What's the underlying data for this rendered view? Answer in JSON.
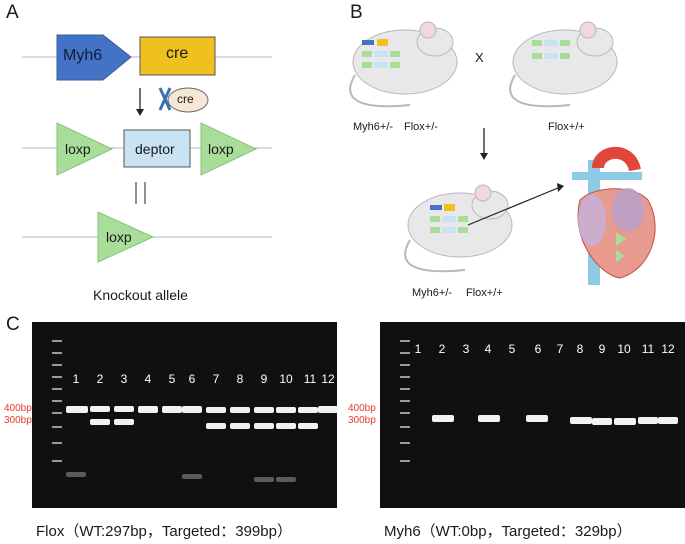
{
  "panels": {
    "a": "A",
    "b": "B",
    "c": "C"
  },
  "panel_a": {
    "myh6": "Myh6",
    "cre": "cre",
    "cre_enzyme": "cre",
    "loxp_left": "loxp",
    "deptor": "deptor",
    "loxp_right": "loxp",
    "loxp_bottom": "loxp",
    "equals": "||",
    "caption": "Knockout allele"
  },
  "panel_b": {
    "cross": "X",
    "parent1_genotype1": "Myh6+/-",
    "parent1_genotype2": "Flox+/-",
    "parent2_genotype": "Flox+/+",
    "offspring_genotype1": "Myh6+/-",
    "offspring_genotype2": "Flox+/+",
    "mini_cre": "cre",
    "mini_deptor": "deptor",
    "mini_loxp": "loxp"
  },
  "panel_c": {
    "marker_400": "400bp",
    "marker_300": "300bp",
    "gel_left_caption": "Flox（WT:297bp，Targeted：399bp）",
    "gel_right_caption": "Myh6（WT:0bp，Targeted：329bp）",
    "lanes": [
      "1",
      "2",
      "3",
      "4",
      "5",
      "6",
      "7",
      "8",
      "9",
      "10",
      "11",
      "12"
    ],
    "flox_bands": {
      "upper_399bp": [
        1,
        1,
        1,
        1,
        1,
        1,
        1,
        1,
        1,
        1,
        1,
        1
      ],
      "lower_297bp": [
        0,
        1,
        1,
        0,
        0,
        0,
        1,
        1,
        1,
        1,
        1,
        0
      ]
    },
    "myh6_bands": {
      "band_329bp": [
        0,
        1,
        0,
        1,
        0,
        1,
        0,
        1,
        1,
        1,
        1,
        1
      ]
    }
  },
  "colors": {
    "myh6_arrow": "#4472c4",
    "cre_box": "#f0c020",
    "loxp_triangle": "#a9dd9a",
    "deptor_box": "#c9e3f4",
    "marker_text": "#e53a2a",
    "gel_background": "#101010"
  }
}
